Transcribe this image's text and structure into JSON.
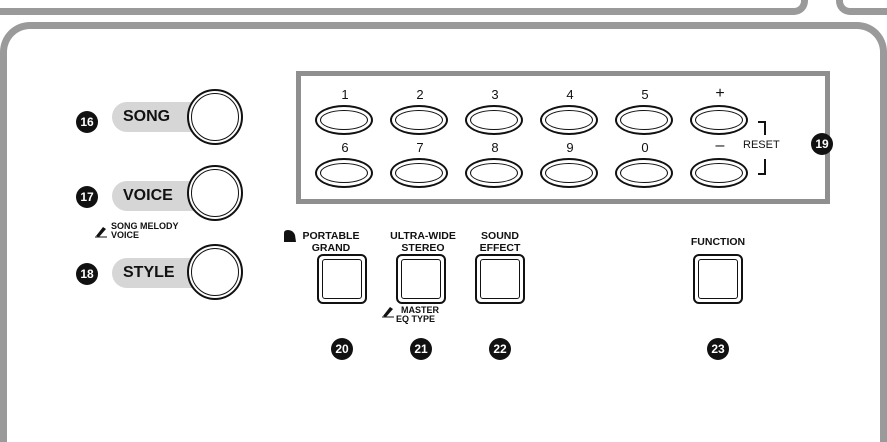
{
  "left_buttons": [
    {
      "number": "16",
      "label": "SONG"
    },
    {
      "number": "17",
      "label": "VOICE"
    },
    {
      "number": "18",
      "label": "STYLE"
    }
  ],
  "voice_sub_label": [
    "SONG MELODY",
    "VOICE"
  ],
  "number_keys": {
    "top_row": [
      "1",
      "2",
      "3",
      "4",
      "5",
      "+"
    ],
    "bottom_row": [
      "6",
      "7",
      "8",
      "9",
      "0",
      "–"
    ],
    "reset_label": "RESET",
    "group_number": "19"
  },
  "square_buttons": [
    {
      "label_lines": [
        "PORTABLE",
        "GRAND"
      ],
      "number": "20"
    },
    {
      "label_lines": [
        "ULTRA-WIDE",
        "STEREO"
      ],
      "number": "21",
      "sub": [
        "MASTER",
        "EQ TYPE"
      ]
    },
    {
      "label_lines": [
        "SOUND",
        "EFFECT"
      ],
      "number": "22"
    },
    {
      "label_lines": [
        "FUNCTION"
      ],
      "number": "23"
    }
  ],
  "colors": {
    "frame": "#9a9a9a",
    "label_bg": "#d6d6d6"
  }
}
